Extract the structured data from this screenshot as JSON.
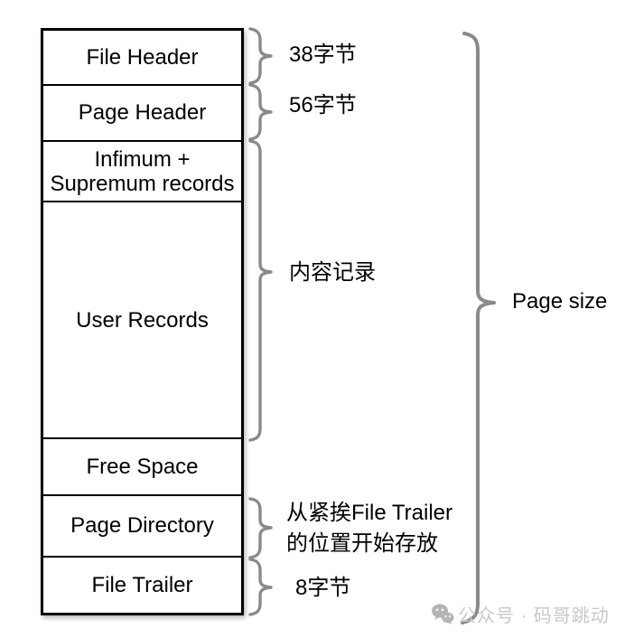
{
  "diagram": {
    "boxes": [
      {
        "label": "File Header"
      },
      {
        "label": "Page Header"
      },
      {
        "label": "Infimum +\nSupremum records"
      },
      {
        "label": "User Records"
      },
      {
        "label": "Free Space"
      },
      {
        "label": "Page Directory"
      },
      {
        "label": "File Trailer"
      }
    ],
    "annotations": {
      "file_header_size": "38字节",
      "page_header_size": "56字节",
      "user_records_note": "内容记录",
      "page_directory_note": "从紧挨File Trailer\n的位置开始存放",
      "file_trailer_size": "8字节",
      "page_size_label": "Page size"
    },
    "colors": {
      "box_border": "#000000",
      "box_fill": "#ffffff",
      "brace": "#8a8a8a",
      "text": "#000000",
      "watermark_text": "#c8c8c8",
      "watermark_icon": "#b5b5b5"
    }
  },
  "watermark": {
    "icon": "wechat-icon",
    "text": "公众号 · 码哥跳动"
  }
}
